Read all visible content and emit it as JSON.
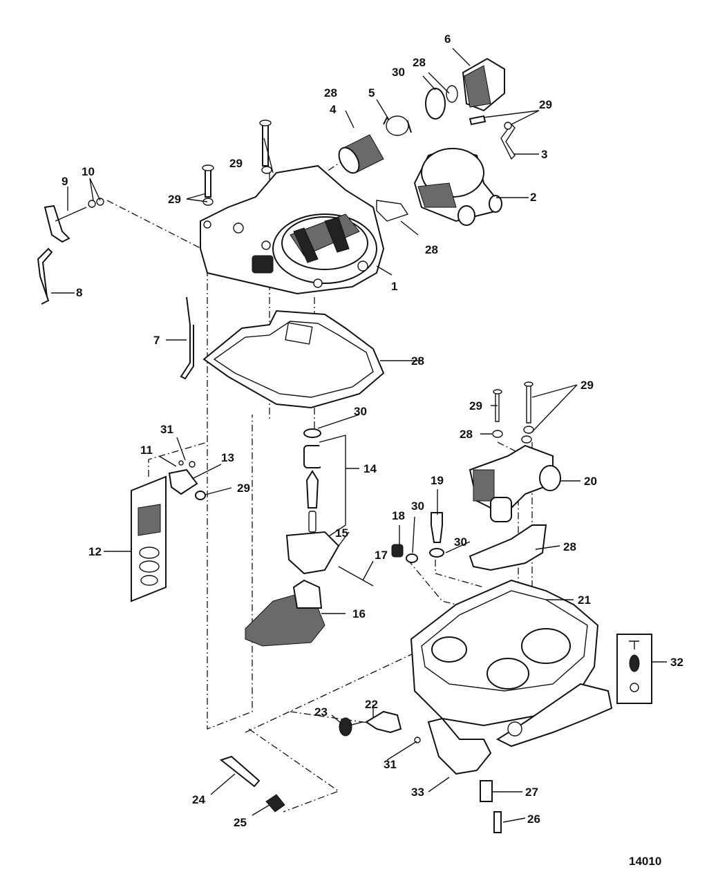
{
  "figure_number": "14010",
  "callouts": [
    {
      "id": "c1",
      "text": "1"
    },
    {
      "id": "c2",
      "text": "2"
    },
    {
      "id": "c3",
      "text": "3"
    },
    {
      "id": "c4",
      "text": "4"
    },
    {
      "id": "c5",
      "text": "5"
    },
    {
      "id": "c6",
      "text": "6"
    },
    {
      "id": "c7",
      "text": "7"
    },
    {
      "id": "c8",
      "text": "8"
    },
    {
      "id": "c9",
      "text": "9"
    },
    {
      "id": "c10",
      "text": "10"
    },
    {
      "id": "c11",
      "text": "11"
    },
    {
      "id": "c12",
      "text": "12"
    },
    {
      "id": "c13",
      "text": "13"
    },
    {
      "id": "c14",
      "text": "14"
    },
    {
      "id": "c15",
      "text": "15"
    },
    {
      "id": "c16",
      "text": "16"
    },
    {
      "id": "c17",
      "text": "17"
    },
    {
      "id": "c18",
      "text": "18"
    },
    {
      "id": "c19",
      "text": "19"
    },
    {
      "id": "c20",
      "text": "20"
    },
    {
      "id": "c21",
      "text": "21"
    },
    {
      "id": "c22",
      "text": "22"
    },
    {
      "id": "c23",
      "text": "23"
    },
    {
      "id": "c24",
      "text": "24"
    },
    {
      "id": "c25",
      "text": "25"
    },
    {
      "id": "c26",
      "text": "26"
    },
    {
      "id": "c27",
      "text": "27"
    },
    {
      "id": "c28a",
      "text": "28"
    },
    {
      "id": "c28b",
      "text": "28"
    },
    {
      "id": "c28c",
      "text": "28"
    },
    {
      "id": "c28d",
      "text": "28"
    },
    {
      "id": "c28e",
      "text": "28"
    },
    {
      "id": "c28f",
      "text": "28"
    },
    {
      "id": "c29a",
      "text": "29"
    },
    {
      "id": "c29b",
      "text": "29"
    },
    {
      "id": "c29c",
      "text": "29"
    },
    {
      "id": "c29d",
      "text": "29"
    },
    {
      "id": "c29e",
      "text": "29"
    },
    {
      "id": "c29f",
      "text": "29"
    },
    {
      "id": "c30a",
      "text": "30"
    },
    {
      "id": "c30b",
      "text": "30"
    },
    {
      "id": "c30c",
      "text": "30"
    },
    {
      "id": "c30d",
      "text": "30"
    },
    {
      "id": "c31a",
      "text": "31"
    },
    {
      "id": "c31b",
      "text": "31"
    },
    {
      "id": "c32",
      "text": "32"
    },
    {
      "id": "c33",
      "text": "33"
    }
  ]
}
